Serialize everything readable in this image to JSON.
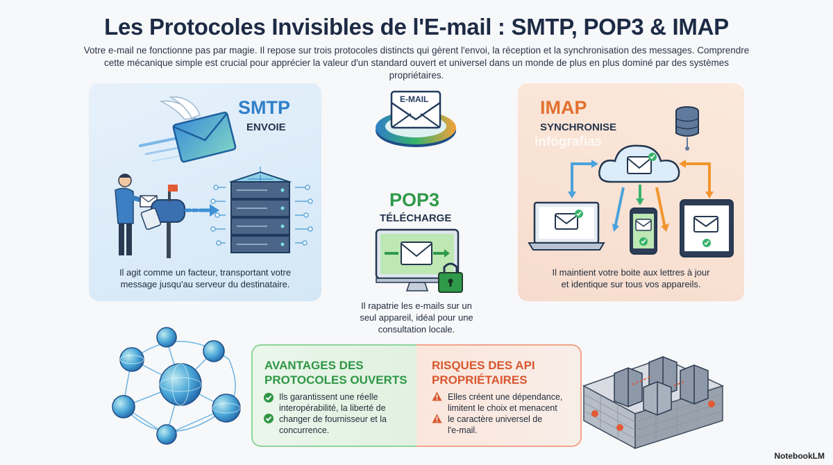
{
  "title": "Les Protocoles Invisibles de l'E-mail : SMTP, POP3 & IMAP",
  "intro_line1": "Votre e-mail ne fonctionne pas par magie. Il repose sur trois protocoles distincts qui gèrent l'envoi, la réception et la synchronisation des messages. Comprendre",
  "intro_line2": "cette mécanique simple est crucial pour apprécier la valeur d'un standard ouvert et universel dans un monde de plus en plus dominé par des systèmes propriétaires.",
  "center_envelope_label": "E-MAIL",
  "smtp": {
    "name": "SMTP",
    "verb": "ENVOIE",
    "desc_line1": "Il agit comme un facteur, transportant votre",
    "desc_line2": "message jusqu'au serveur du destinataire."
  },
  "pop3": {
    "name": "POP3",
    "verb": "TÉLÉCHARGE",
    "desc_line1": "Il rapatrie les e-mails sur un",
    "desc_line2": "seul appareil, idéal pour une",
    "desc_line3": "consultation locale."
  },
  "imap": {
    "name": "IMAP",
    "verb": "SYNCHRONISE",
    "watermark": "infografias",
    "desc_line1": "Il maintient votre boite aux lettres à jour",
    "desc_line2": "et identique sur tous vos appareils."
  },
  "advantages": {
    "title_line1": "AVANTAGES DES",
    "title_line2": "PROTOCOLES OUVERTS",
    "item1_line1": "Ils garantissent une réelle",
    "item1_line2": "interopérabilité, la liberté de",
    "item2_line1": "changer de fournisseur et la",
    "item2_line2": "concurrence."
  },
  "risks": {
    "title_line1": "RISQUES DES API",
    "title_line2": "PROPRIÉTAIRES",
    "item1_line1": "Elles créent une dépendance,",
    "item1_line2": "limitent le choix et menacent",
    "item2_line1": "le caractère universel de",
    "item2_line2": "l'e-mail."
  },
  "branding": "NotebookLM",
  "colors": {
    "smtp": "#2f7fc8",
    "pop3": "#2f9a4a",
    "imap": "#e2702e",
    "adv_title": "#2e9645",
    "risk_title": "#d8572f"
  }
}
